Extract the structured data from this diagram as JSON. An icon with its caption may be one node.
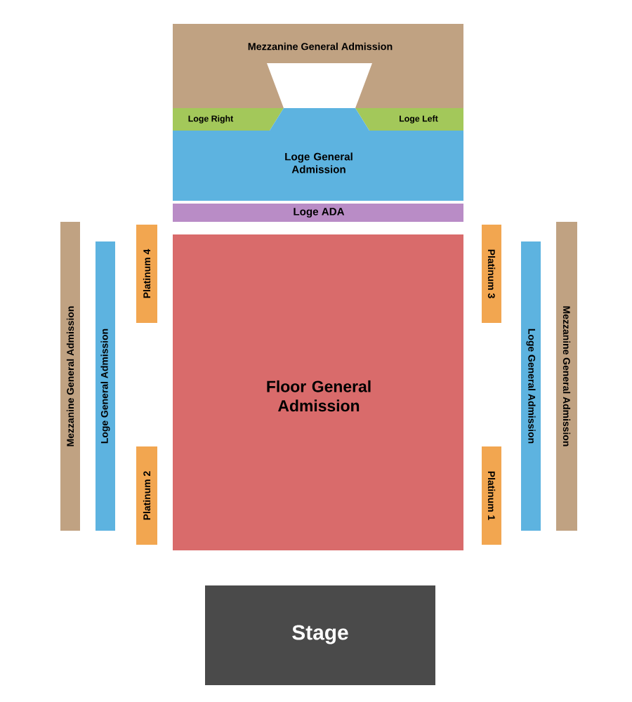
{
  "diagram": {
    "nodes": [
      {
        "text": [
          "Mezzanine General Admission"
        ]
      },
      {
        "text": [
          "Loge Right"
        ]
      },
      {
        "text": [
          "Loge Left"
        ]
      },
      {
        "text": [
          "Loge General Admission"
        ]
      },
      {
        "text": [
          "Loge ADA"
        ]
      },
      {
        "text": [
          "Floor General Admission"
        ]
      },
      {
        "text": [
          "Mezzanine General Admission"
        ]
      },
      {
        "text": [
          "Loge General Admission"
        ]
      },
      {
        "text": [
          "Platinum 4"
        ]
      },
      {
        "text": [
          "Platinum 2"
        ]
      },
      {
        "text": [
          "Platinum 3"
        ]
      },
      {
        "text": [
          "Platinum 1"
        ]
      },
      {
        "text": [
          "Loge General Admission"
        ]
      },
      {
        "text": [
          "Mezzanine General Admission"
        ]
      },
      {
        "text": [
          "Stage"
        ]
      }
    ]
  }
}
